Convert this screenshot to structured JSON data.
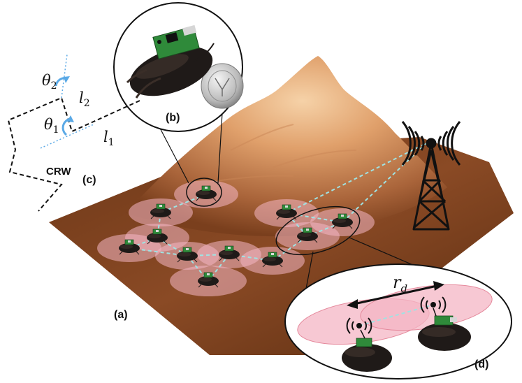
{
  "labels": {
    "a": "(a)",
    "b": "(b)",
    "c": "(c)",
    "d": "(d)",
    "crw": "CRW"
  },
  "math": {
    "theta2_base": "θ",
    "theta2_sub": "2",
    "theta1_base": "θ",
    "theta1_sub": "1",
    "l2_base": "l",
    "l2_sub": "2",
    "l1_base": "l",
    "l1_sub": "1",
    "rd_base": "r",
    "rd_sub": "d"
  },
  "colors": {
    "terrain_dark": "#5e2f12",
    "terrain_mid": "#9b5a2e",
    "terrain_peak": "#f2c79a",
    "range_pink": "#f4b6c4",
    "link_cyan": "#9fe3e3",
    "angle_blue": "#5aa9e6",
    "roach_body": "#1f1a18",
    "board_green": "#2f8a3a"
  },
  "icons": {
    "tower": "radio-tower-icon",
    "agent": "cockroach-robot-icon",
    "coin": "coin-icon"
  }
}
